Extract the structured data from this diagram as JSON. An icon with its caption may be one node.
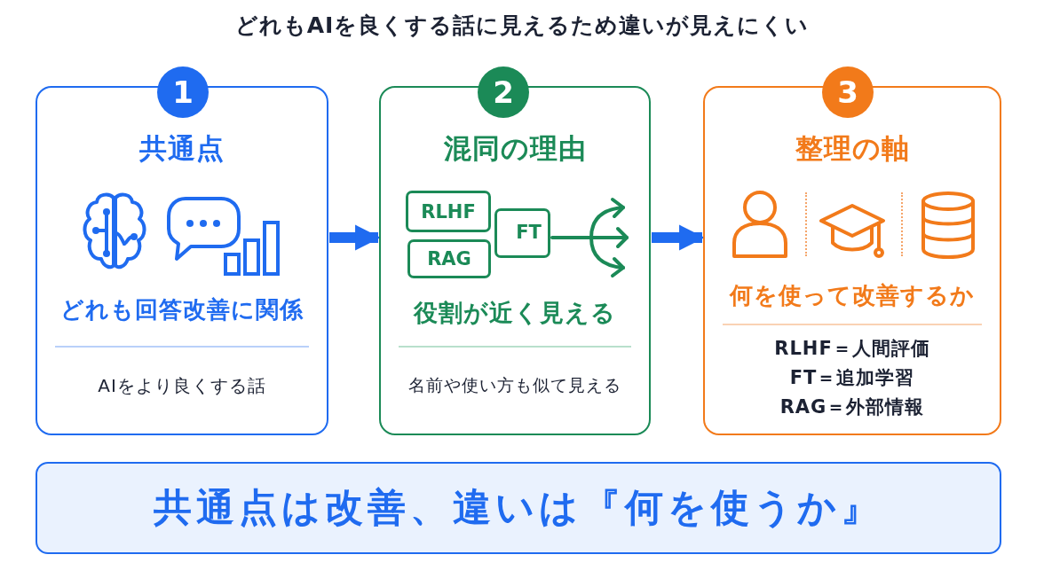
{
  "diagram": {
    "title": "どれもAIを良くする話に見えるため違いが見えにくい",
    "nodes": [
      {
        "text": [
          "共通点",
          "どれも回答改善に関係",
          "AIをより良くする話"
        ]
      },
      {
        "text": [
          "1"
        ]
      },
      {
        "text": [
          "混同の理由",
          "役割が近く見える",
          "名前や使い方も似て見える"
        ]
      },
      {
        "text": [
          "2"
        ]
      },
      {
        "text": [
          "RLHF"
        ],
        "in": 2
      },
      {
        "text": [
          "FT"
        ],
        "in": 2
      },
      {
        "text": [
          "RAG"
        ],
        "in": 2
      },
      {
        "text": [
          "整理の軸",
          "何を使って改善するか",
          "RLHF＝人間評価",
          "FT＝追加学習",
          "RAG＝外部情報"
        ]
      },
      {
        "text": [
          "3"
        ]
      },
      {
        "text": [
          "共通点は改善、違いは『何を使うか』"
        ]
      }
    ],
    "edges": [
      {
        "from": 0,
        "to": 2,
        "arrow": "to"
      },
      {
        "from": 2,
        "to": 7,
        "arrow": "to"
      }
    ]
  }
}
